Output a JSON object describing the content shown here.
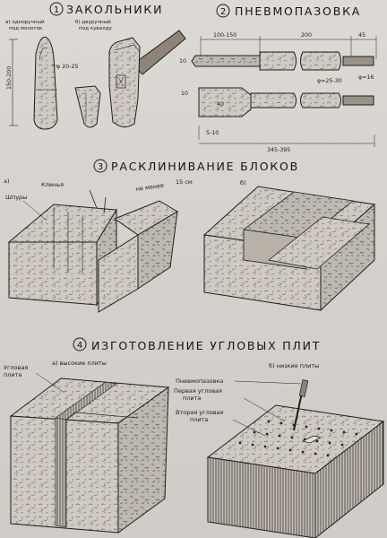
{
  "s1": {
    "number": "1",
    "title": "ЗАКОЛЬНИКИ",
    "label_a1": "а) одноручный",
    "label_a2": "под молоток",
    "label_b1": "б) двуручный",
    "label_b2": "под кувалду",
    "dim_len": "150-200",
    "dim_diam": "φ 20-25"
  },
  "s2": {
    "number": "2",
    "title": "ПНЕВМОПАЗОВКА",
    "dim_a": "100-150",
    "dim_b": "200",
    "dim_c": "45",
    "dim_10": "10",
    "dim_d25": "φ=25-30",
    "dim_d16": "φ=16",
    "dim_40": "40",
    "dim_5_10": "5-10",
    "dim_total": "345-395"
  },
  "s3": {
    "number": "3",
    "title": "РАСКЛИНИВАНИЕ БЛОКОВ",
    "sub_a": "а)",
    "sub_b": "б)",
    "wedges": "Клинья",
    "holes": "Шпуры",
    "not_less": "не менее",
    "cm15": "15 см"
  },
  "s4": {
    "number": "4",
    "title": "ИЗГОТОВЛЕНИЕ УГЛОВЫХ ПЛИТ",
    "high": "а) высокие плиты",
    "low": "б) низкие плиты",
    "corner1": "Угловая",
    "corner2": "плита",
    "pneumo": "Пневмопазовка",
    "first1": "Первая угловая",
    "first2": "плита",
    "second1": "Вторая угловая",
    "second2": "плита"
  }
}
